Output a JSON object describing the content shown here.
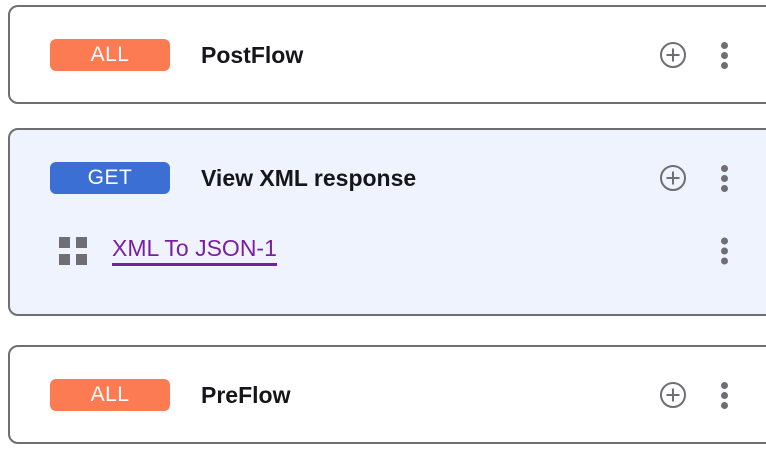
{
  "theme": {
    "page_background": "#ffffff",
    "card_background": "#ffffff",
    "card_selected_background": "#eff3fd",
    "card_border": "#6e6e73",
    "badge_all_color": "#fc7b52",
    "badge_get_color": "#3b6fd4",
    "badge_text_color": "#ffffff",
    "title_color": "#16161a",
    "icon_color": "#6e6e73",
    "policy_link_color": "#7b1fa2"
  },
  "icons": {
    "add": "add-circle-icon",
    "menu": "kebab-menu-icon",
    "policy": "grid-squares-icon"
  },
  "flows": [
    {
      "id": "postflow",
      "method": "ALL",
      "method_style": "all",
      "name": "PostFlow",
      "selected": false,
      "policies": []
    },
    {
      "id": "view-xml-response",
      "method": "GET",
      "method_style": "get",
      "name": "View XML response",
      "selected": true,
      "policies": [
        {
          "name": "XML To JSON-1"
        }
      ]
    },
    {
      "id": "preflow",
      "method": "ALL",
      "method_style": "all",
      "name": "PreFlow",
      "selected": false,
      "policies": []
    }
  ]
}
